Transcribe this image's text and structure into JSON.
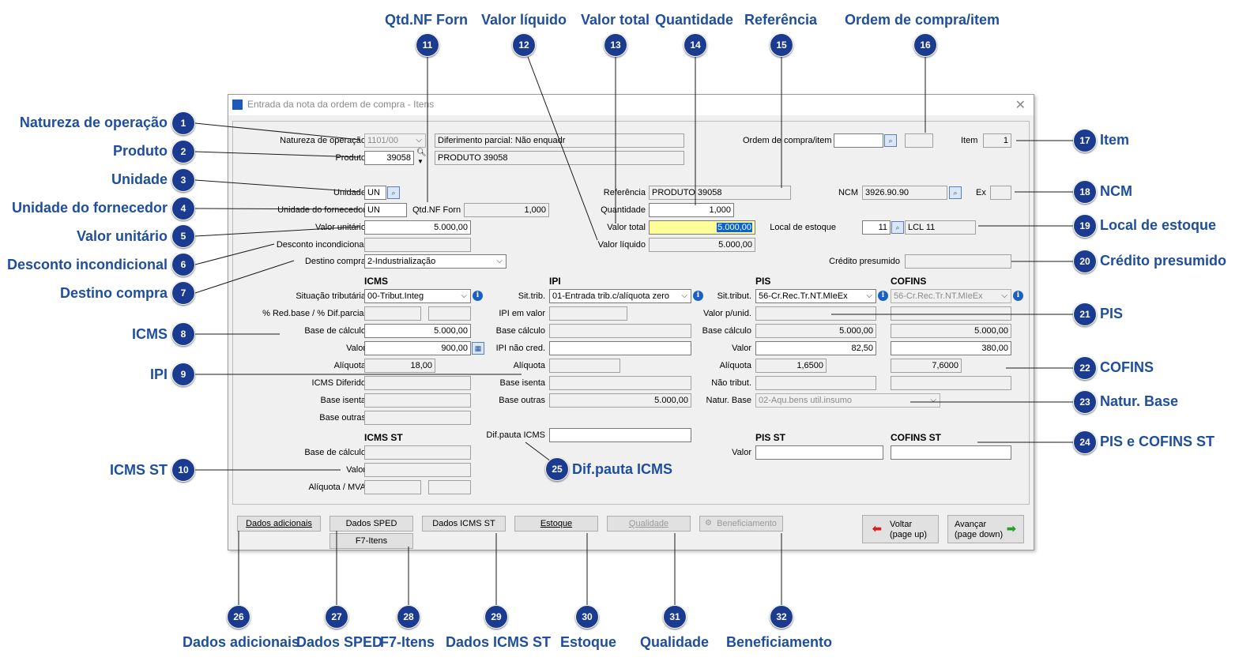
{
  "window": {
    "title": "Entrada da nota da ordem de compra - Itens",
    "close_glyph": "✕",
    "icon": "app-arrow-icon"
  },
  "callouts": [
    {
      "n": "1",
      "label": "Natureza de operação"
    },
    {
      "n": "2",
      "label": "Produto"
    },
    {
      "n": "3",
      "label": "Unidade"
    },
    {
      "n": "4",
      "label": "Unidade do fornecedor"
    },
    {
      "n": "5",
      "label": "Valor unitário"
    },
    {
      "n": "6",
      "label": "Desconto incondicional"
    },
    {
      "n": "7",
      "label": "Destino compra"
    },
    {
      "n": "8",
      "label": "ICMS"
    },
    {
      "n": "9",
      "label": "IPI"
    },
    {
      "n": "10",
      "label": "ICMS ST"
    },
    {
      "n": "11",
      "label": "Qtd.NF Forn"
    },
    {
      "n": "12",
      "label": "Valor líquido"
    },
    {
      "n": "13",
      "label": "Valor total"
    },
    {
      "n": "14",
      "label": "Quantidade"
    },
    {
      "n": "15",
      "label": "Referência"
    },
    {
      "n": "16",
      "label": "Ordem de compra/item"
    },
    {
      "n": "17",
      "label": "Item"
    },
    {
      "n": "18",
      "label": "NCM"
    },
    {
      "n": "19",
      "label": "Local de estoque"
    },
    {
      "n": "20",
      "label": "Crédito presumido"
    },
    {
      "n": "21",
      "label": "PIS"
    },
    {
      "n": "22",
      "label": "COFINS"
    },
    {
      "n": "23",
      "label": "Natur. Base"
    },
    {
      "n": "24",
      "label": "PIS e COFINS ST"
    },
    {
      "n": "25",
      "label": "Dif.pauta ICMS"
    },
    {
      "n": "26",
      "label": "Dados adicionais"
    },
    {
      "n": "27",
      "label": "Dados SPED"
    },
    {
      "n": "28",
      "label": "F7-Itens"
    },
    {
      "n": "29",
      "label": "Dados ICMS ST"
    },
    {
      "n": "30",
      "label": "Estoque"
    },
    {
      "n": "31",
      "label": "Qualidade"
    },
    {
      "n": "32",
      "label": "Beneficiamento"
    }
  ],
  "form": {
    "natureza": {
      "label": "Natureza de operação",
      "code": "1101/00",
      "desc": "Diferimento parcial: Não enquadr"
    },
    "produto": {
      "label": "Produto",
      "code": "39058",
      "desc": "PRODUTO 39058"
    },
    "unidade": {
      "label": "Unidade",
      "value": "UN"
    },
    "unidade_forn": {
      "label": "Unidade do fornecedor",
      "value": "UN"
    },
    "qtd_nf_forn": {
      "label": "Qtd.NF Forn",
      "value": "1,000"
    },
    "valor_unitario": {
      "label": "Valor unitário",
      "value": "5.000,00"
    },
    "desconto": {
      "label": "Desconto incondicional",
      "value": ""
    },
    "destino": {
      "label": "Destino compra",
      "value": "2-Industrialização"
    },
    "referencia": {
      "label": "Referência",
      "value": "PRODUTO 39058"
    },
    "quantidade": {
      "label": "Quantidade",
      "value": "1,000"
    },
    "valor_total": {
      "label": "Valor total",
      "value": "5.000,00"
    },
    "valor_liquido": {
      "label": "Valor líquido",
      "value": "5.000,00"
    },
    "ordem_compra": {
      "label": "Ordem de compra/item",
      "value": "",
      "item": ""
    },
    "item": {
      "label": "Item",
      "value": "1"
    },
    "ncm": {
      "label": "NCM",
      "value": "3926.90.90",
      "ex_label": "Ex",
      "ex_value": ""
    },
    "local_estoque": {
      "label": "Local de estoque",
      "code": "11",
      "desc": "LCL 11"
    },
    "credito_presumido": {
      "label": "Crédito presumido",
      "value": ""
    }
  },
  "icms": {
    "title": "ICMS",
    "situacao_label": "Situação tributária",
    "situacao": "00-Tribut.Integ",
    "red_label": "% Red.base / % Dif.parcial",
    "base_label": "Base de cálculo",
    "base": "5.000,00",
    "valor_label": "Valor",
    "valor": "900,00",
    "aliquota_label": "Alíquota",
    "aliquota": "18,00",
    "diferido_label": "ICMS Diferido",
    "isenta_label": "Base isenta",
    "outras_label": "Base outras"
  },
  "ipi": {
    "title": "IPI",
    "sit_label": "Sit.trib.",
    "sit": "01-Entrada trib.c/alíquota zero",
    "em_valor_label": "IPI em valor",
    "base_label": "Base cálculo",
    "nao_cred_label": "IPI não cred.",
    "aliquota_label": "Alíquota",
    "isenta_label": "Base isenta",
    "outras_label": "Base outras",
    "outras": "5.000,00",
    "dif_pauta_label": "Dif.pauta ICMS"
  },
  "pis": {
    "title": "PIS",
    "sit_label": "Sit.tribut.",
    "sit": "56-Cr.Rec.Tr.NT.MIeEx",
    "valor_unid_label": "Valor p/unid.",
    "base_label": "Base cálculo",
    "base": "5.000,00",
    "valor_label": "Valor",
    "valor": "82,50",
    "aliquota_label": "Alíquota",
    "aliquota": "1,6500",
    "nao_trib_label": "Não tribut.",
    "natur_label": "Natur. Base",
    "natur": "02-Aqu.bens util.insumo"
  },
  "cofins": {
    "title": "COFINS",
    "sit": "56-Cr.Rec.Tr.NT.MIeEx",
    "base": "5.000,00",
    "valor": "380,00",
    "aliquota": "7,6000"
  },
  "icms_st": {
    "title": "ICMS ST",
    "base_label": "Base de cálculo",
    "valor_label": "Valor",
    "aliquota_label": "Alíquota / MVA"
  },
  "pis_st": {
    "title": "PIS ST",
    "valor_label": "Valor"
  },
  "cofins_st": {
    "title": "COFINS ST"
  },
  "buttons": {
    "dados_adicionais": "Dados adicionais",
    "dados_sped": "Dados SPED",
    "f7_itens": "F7-Itens",
    "dados_icms_st": "Dados ICMS ST",
    "estoque": "Estoque",
    "qualidade": "Qualidade",
    "beneficiamento": "Beneficiamento",
    "voltar_1": "Voltar",
    "voltar_2": "(page up)",
    "avancar_1": "Avançar",
    "avancar_2": "(page down)"
  },
  "colors": {
    "callout": "#1a3b8f",
    "callout_text": "#1f4e9c",
    "highlight": "#ffff99"
  }
}
